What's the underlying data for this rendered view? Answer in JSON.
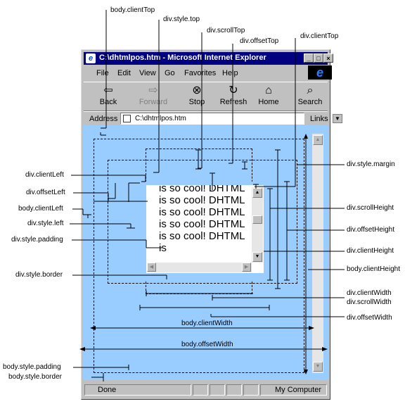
{
  "window": {
    "title": "C:\\dhtmlpos.htm - Microsoft Internet Explorer",
    "app_icon": "ie-page-icon",
    "buttons": [
      "_",
      "□",
      "×"
    ]
  },
  "menu": [
    "File",
    "Edit",
    "View",
    "Go",
    "Favorites",
    "Help"
  ],
  "toolbar": [
    {
      "label": "Back",
      "icon": "back-arrow-icon"
    },
    {
      "label": "Forward",
      "icon": "forward-arrow-icon",
      "disabled": true
    },
    {
      "label": "Stop",
      "icon": "stop-icon"
    },
    {
      "label": "Refresh",
      "icon": "refresh-icon"
    },
    {
      "label": "Home",
      "icon": "home-icon"
    },
    {
      "label": "Search",
      "icon": "search-icon"
    }
  ],
  "address": {
    "label": "Address",
    "value": "C:\\dhtmlpos.htm",
    "links": "Links"
  },
  "div_content": "is so cool! DHTML is so cool! DHTML is so cool! DHTML is so cool! DHTML is so cool! DHTML is",
  "status": {
    "text": "Done",
    "zone": "My Computer"
  },
  "labels": {
    "body_clientTop": "body.clientTop",
    "div_style_top": "div.style.top",
    "div_scrollTop": "div.scrollTop",
    "div_offsetTop": "div.offsetTop",
    "div_clientTop": "div.clientTop",
    "div_clientLeft": "div.clientLeft",
    "div_offsetLeft": "div.offsetLeft",
    "body_clientLeft": "body.clientLeft",
    "div_style_left": "div.style.left",
    "div_style_padding": "div.style.padding",
    "div_style_border": "div.style.border",
    "div_style_margin": "div.style.margin",
    "div_scrollHeight": "div.scrollHeight",
    "div_offsetHeight": "div.offsetHeight",
    "div_clientHeight": "div.clientHeight",
    "body_clientHeight": "body.clientHeight",
    "div_clientWidth": "div.clientWidth",
    "div_scrollWidth": "div.scrollWidth",
    "div_offsetWidth": "div.offsetWidth",
    "body_clientWidth": "body.clientWidth",
    "body_offsetWidth": "body.offsetWidth",
    "body_style_padding": "body.style.padding",
    "body_style_border": "body.style.border"
  }
}
